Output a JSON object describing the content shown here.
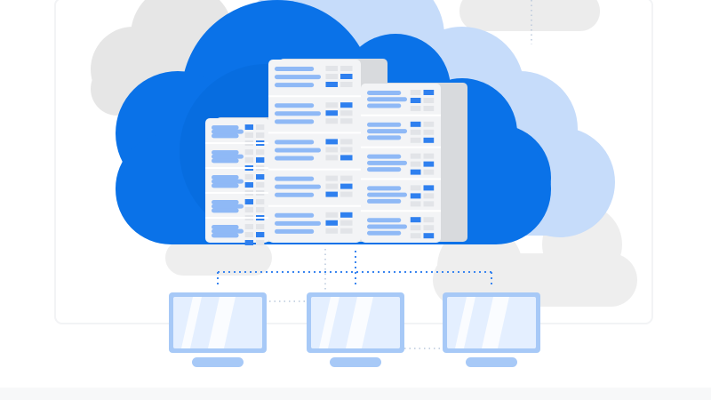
{
  "illustration": {
    "subject": "cloud-server-network",
    "server_racks": 3,
    "client_monitors": 3
  },
  "colors": {
    "cloud_primary": "#0a72e8",
    "cloud_secondary": "#c4dbfa",
    "cloud_shadow": "#e5e5e5",
    "server_body": "#f3f4f6",
    "server_bar": "#8fb9f6",
    "server_block": "#2f80ef",
    "monitor_frame": "#a7c9f7",
    "monitor_screen": "#e4efff",
    "connector": "#3a86f0"
  }
}
